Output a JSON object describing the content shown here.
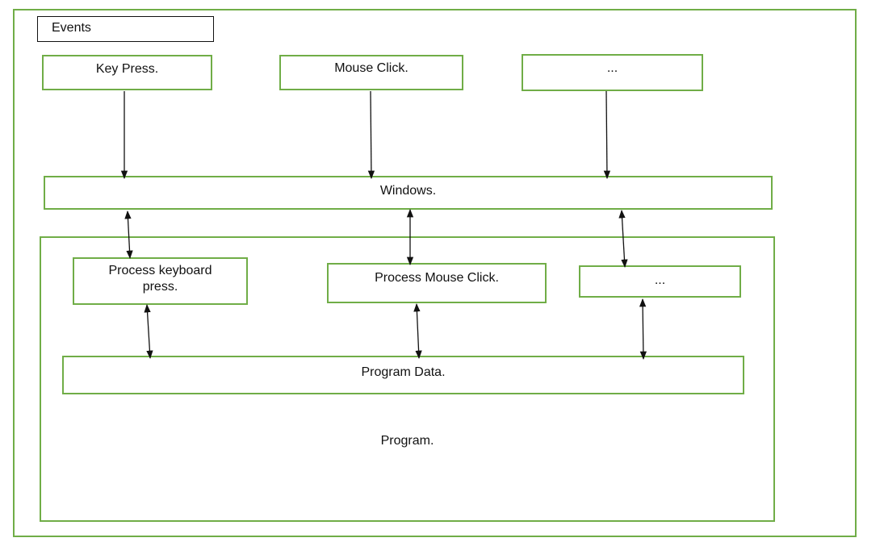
{
  "events_label": "Events",
  "event_sources": {
    "key_press": "Key Press.",
    "mouse_click": "Mouse Click.",
    "more": "..."
  },
  "windows_label": "Windows.",
  "handlers": {
    "keyboard": "Process keyboard press.",
    "mouse": "Process Mouse Click.",
    "more": "..."
  },
  "program_data_label": "Program Data.",
  "program_label": "Program.",
  "colors": {
    "box_border": "#70ad47",
    "arrow": "#111111"
  }
}
